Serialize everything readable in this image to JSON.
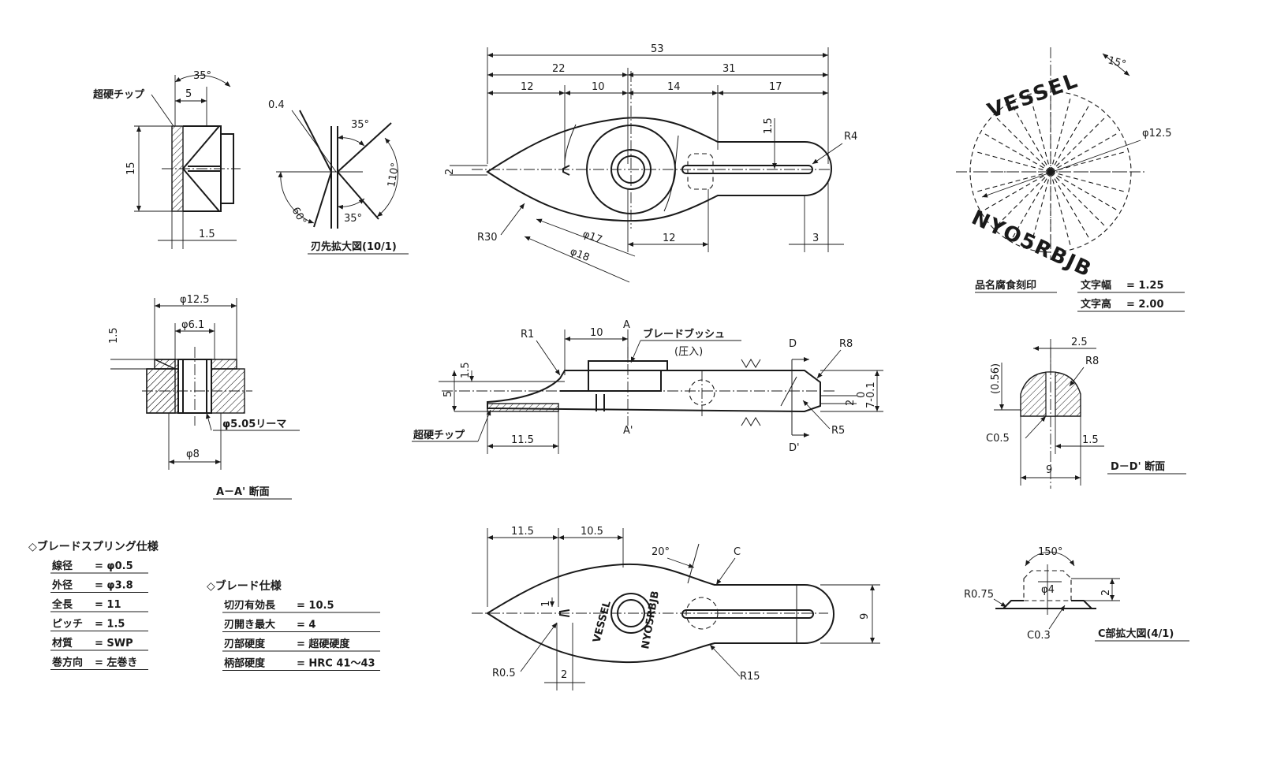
{
  "tip_detail": {
    "label_chip": "超硬チップ",
    "dims": [
      "35°",
      "5",
      "15",
      "1.5"
    ]
  },
  "edge_detail": {
    "dims": [
      "0.4",
      "35°",
      "60°",
      "110°",
      "35°"
    ],
    "caption": "刃先拡大図(10/1)"
  },
  "top_view": {
    "dims": [
      "53",
      "22",
      "31",
      "12",
      "10",
      "14",
      "17",
      "1.5",
      "R4",
      "2",
      "R30",
      "φ17",
      "φ18",
      "12",
      "3"
    ]
  },
  "marking": {
    "top_text": "VESSEL",
    "bottom_text": "NYO5RBJB",
    "angle": "15°",
    "diameter": "φ12.5",
    "spec_label": "品名腐食刻印",
    "width_label": "文字幅",
    "width_value": "=  1.25",
    "height_label": "文字高",
    "height_value": "=  2.00"
  },
  "section_aa": {
    "dims": [
      "φ12.5",
      "1.5",
      "φ6.1",
      "φ5.05リーマ",
      "φ8"
    ],
    "caption": "A－A' 断面"
  },
  "side_view": {
    "dims": [
      "R1",
      "10",
      "A",
      "ブレードブッシュ",
      "(圧入)",
      "1.5",
      "5",
      "超硬チップ",
      "11.5",
      "A'",
      "D",
      "R8",
      "2",
      "7-0.1",
      "0",
      "R5",
      "D'"
    ]
  },
  "section_dd": {
    "dims": [
      "2.5",
      "R8",
      "(0.56)",
      "C0.5",
      "1.5",
      "9"
    ],
    "caption": "D－D' 断面"
  },
  "spring_spec": {
    "title": "◇ブレードスプリング仕様",
    "rows": [
      {
        "k": "線径",
        "v": "=  φ0.5"
      },
      {
        "k": "外径",
        "v": "=  φ3.8"
      },
      {
        "k": "全長",
        "v": "=  11"
      },
      {
        "k": "ピッチ",
        "v": "=  1.5"
      },
      {
        "k": "材質",
        "v": "=  SWP"
      },
      {
        "k": "巻方向",
        "v": "=  左巻き"
      }
    ]
  },
  "blade_spec": {
    "title": "◇ブレード仕様",
    "rows": [
      {
        "k": "切刃有効長",
        "v": "=  10.5"
      },
      {
        "k": "刃開き最大",
        "v": "=   4"
      },
      {
        "k": "刃部硬度",
        "v": "=  超硬硬度"
      },
      {
        "k": "柄部硬度",
        "v": "=  HRC 41～43"
      }
    ]
  },
  "bottom_view": {
    "dims": [
      "11.5",
      "10.5",
      "20°",
      "C",
      "1",
      "9",
      "R0.5",
      "2",
      "R15"
    ],
    "emboss_left": "VESSEL",
    "emboss_right": "NYO5RBJB"
  },
  "detail_c": {
    "dims": [
      "150°",
      "φ4",
      "2",
      "R0.75",
      "C0.3"
    ],
    "caption": "C部拡大図(4/1)"
  }
}
